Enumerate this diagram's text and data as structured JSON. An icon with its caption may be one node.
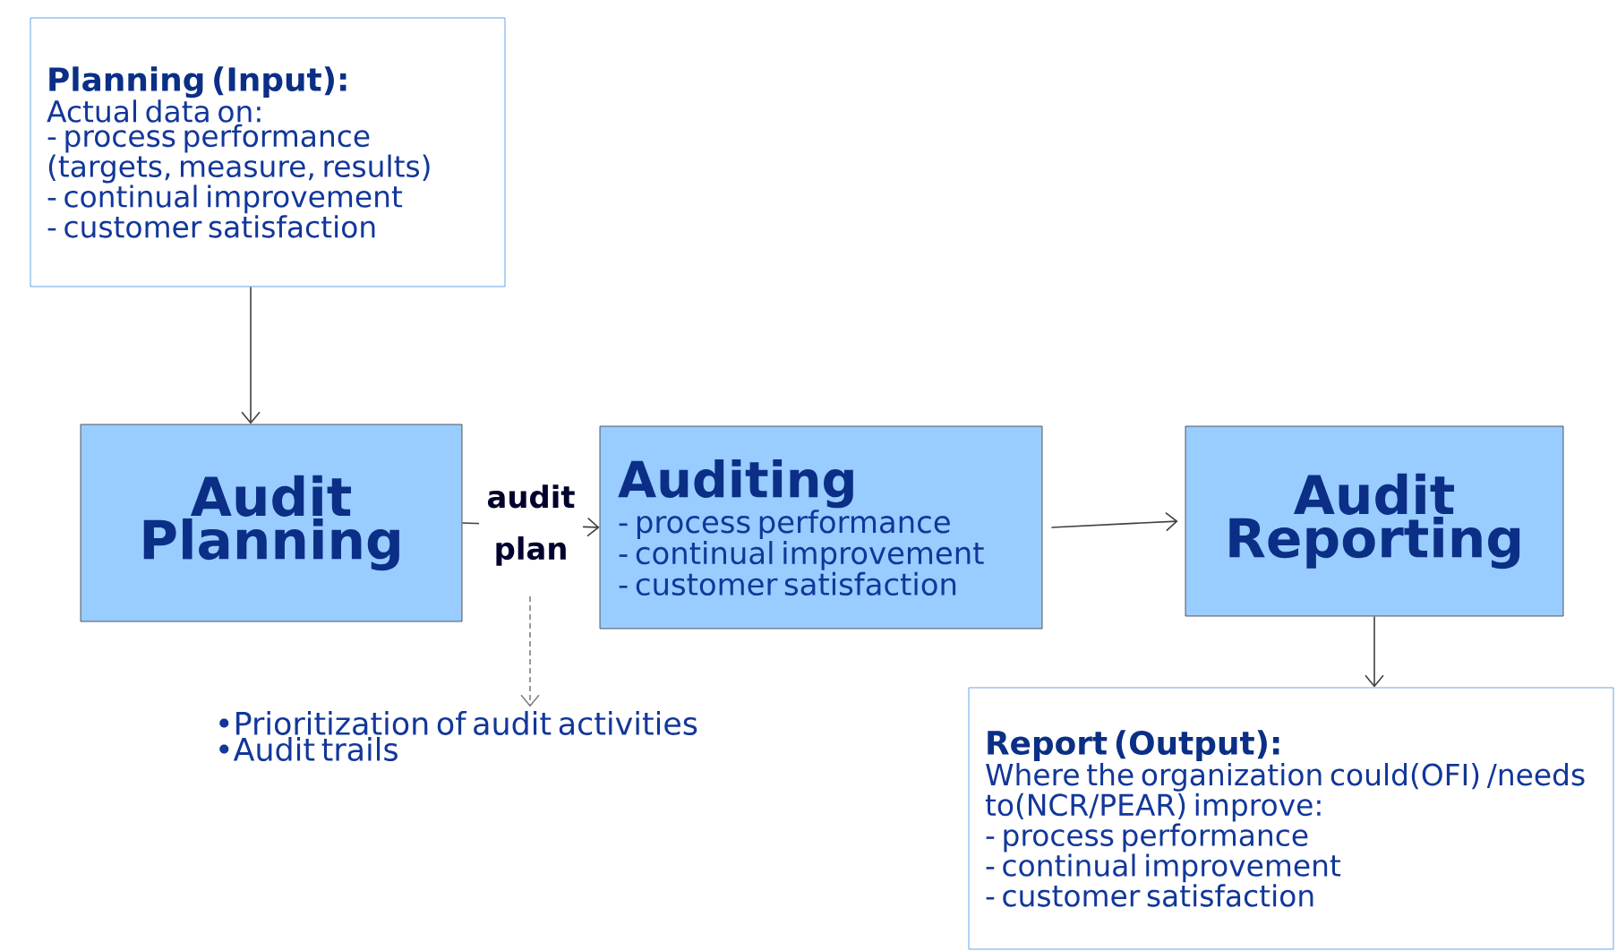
{
  "diagram": {
    "nodes": [
      {
        "text": [
          "Planning (Input):",
          "Actual data on:",
          "- process performance (targets, measure, results)",
          "- continual improvement",
          "- customer satisfaction"
        ]
      },
      {
        "text": [
          "Audit Planning"
        ]
      },
      {
        "text": [
          "Auditing",
          "- process performance",
          "- continual improvement",
          "- customer satisfaction"
        ]
      },
      {
        "text": [
          "Audit Reporting"
        ]
      },
      {
        "text": [
          "•Prioritization of audit activities",
          "•Audit trails"
        ]
      },
      {
        "text": [
          "Report (Output):",
          "Where the organization could(OFI) /needs to(NCR/PEAR) improve:",
          "- process performance",
          "- continual improvement",
          "- customer satisfaction"
        ]
      }
    ],
    "edges": [
      {
        "from": 0,
        "to": 1,
        "arrow": "to"
      },
      {
        "from": 1,
        "to": 2,
        "arrow": "to",
        "label": "audit plan"
      },
      {
        "from": 2,
        "to": 3,
        "arrow": "to"
      },
      {
        "from": 3,
        "to": 5,
        "arrow": "to"
      },
      {
        "from": null,
        "to": 4,
        "arrow": "to",
        "style": "dashed",
        "color": "#808080"
      }
    ]
  }
}
